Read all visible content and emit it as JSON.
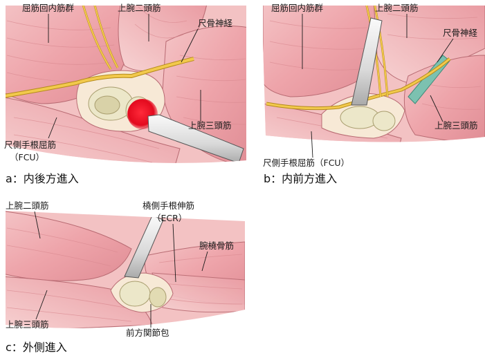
{
  "colors": {
    "muscle": "#eea9ad",
    "muscle_light": "#f6c9c9",
    "muscle_dark": "#d97f88",
    "nerve": "#f2c94c",
    "nerve_edge": "#b48a1a",
    "bone": "#ece7c9",
    "bone_shadow": "#c9c4a0",
    "highlight": "#e8102a",
    "retractor": "#e9e9e9",
    "retractor_edge": "#555555",
    "nerve_teal": "#7cc1b0"
  },
  "panels": [
    {
      "id": "a",
      "caption": "a：内後方進入",
      "labels": {
        "l1": "屈筋回内筋群",
        "l2": "上腕二頭筋",
        "l3": "尺骨神経",
        "l4": "上腕三頭筋",
        "l5": "尺側手根屈筋",
        "l6": "（FCU）"
      }
    },
    {
      "id": "b",
      "caption": "b：内前方進入",
      "labels": {
        "l1": "屈筋回内筋群",
        "l2": "上腕二頭筋",
        "l3": "尺骨神経",
        "l4": "上腕三頭筋",
        "l5": "尺側手根屈筋（FCU）"
      }
    },
    {
      "id": "c",
      "caption": "c：外側進入",
      "labels": {
        "l1": "上腕二頭筋",
        "l2": "橈側手根伸筋",
        "l3": "（ECR）",
        "l4": "腕橈骨筋",
        "l5": "上腕三頭筋",
        "l6": "前方関節包"
      }
    }
  ]
}
